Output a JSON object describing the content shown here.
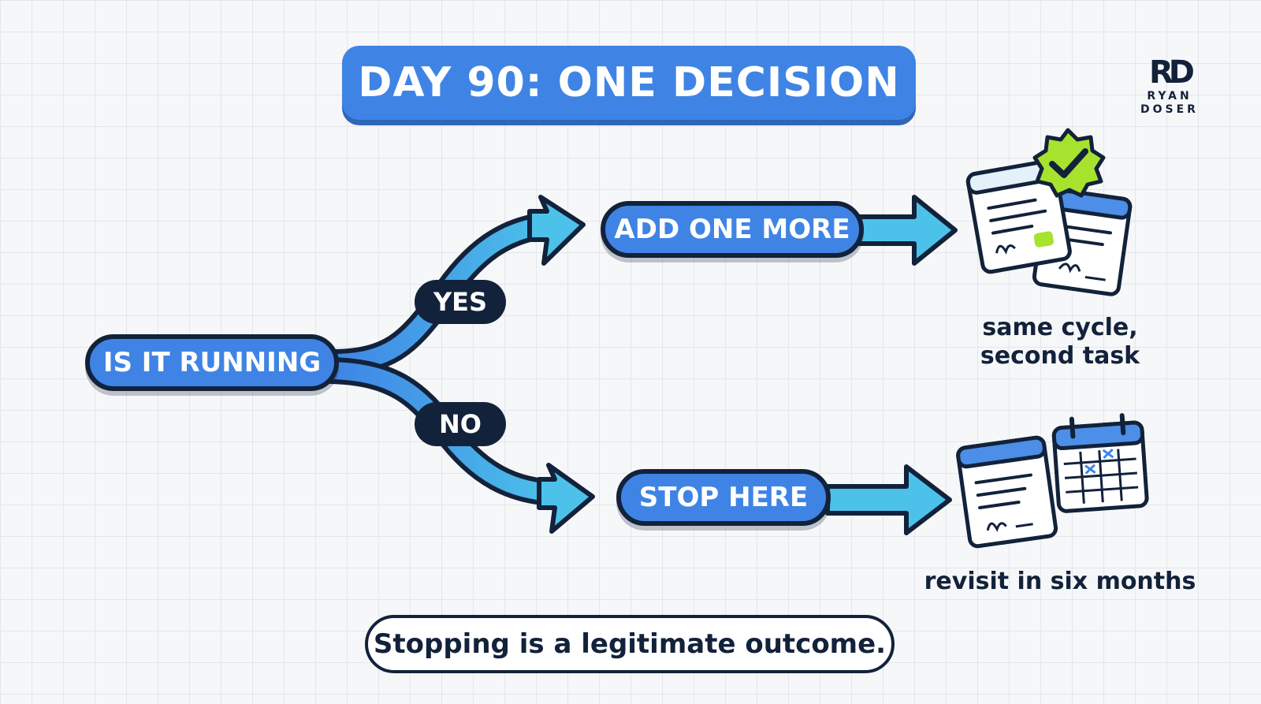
{
  "title": "DAY 90: ONE DECISION",
  "logo": {
    "monogram": "RD",
    "line1": "RYAN",
    "line2": "DOSER"
  },
  "start_node": "IS IT RUNNING",
  "branch_yes": {
    "label": "YES",
    "action": "ADD ONE MORE",
    "caption_line1": "same cycle,",
    "caption_line2": "second task",
    "icon": "documents-with-checkmark-icon"
  },
  "branch_no": {
    "label": "NO",
    "action": "STOP HERE",
    "caption": "revisit in six months",
    "icon": "document-and-calendar-icon"
  },
  "footer": "Stopping is a legitimate outcome.",
  "colors": {
    "primary_blue": "#3f84e5",
    "arrow_cyan": "#4cc2ea",
    "outline_navy": "#12223a",
    "accent_green": "#a6e22e"
  }
}
